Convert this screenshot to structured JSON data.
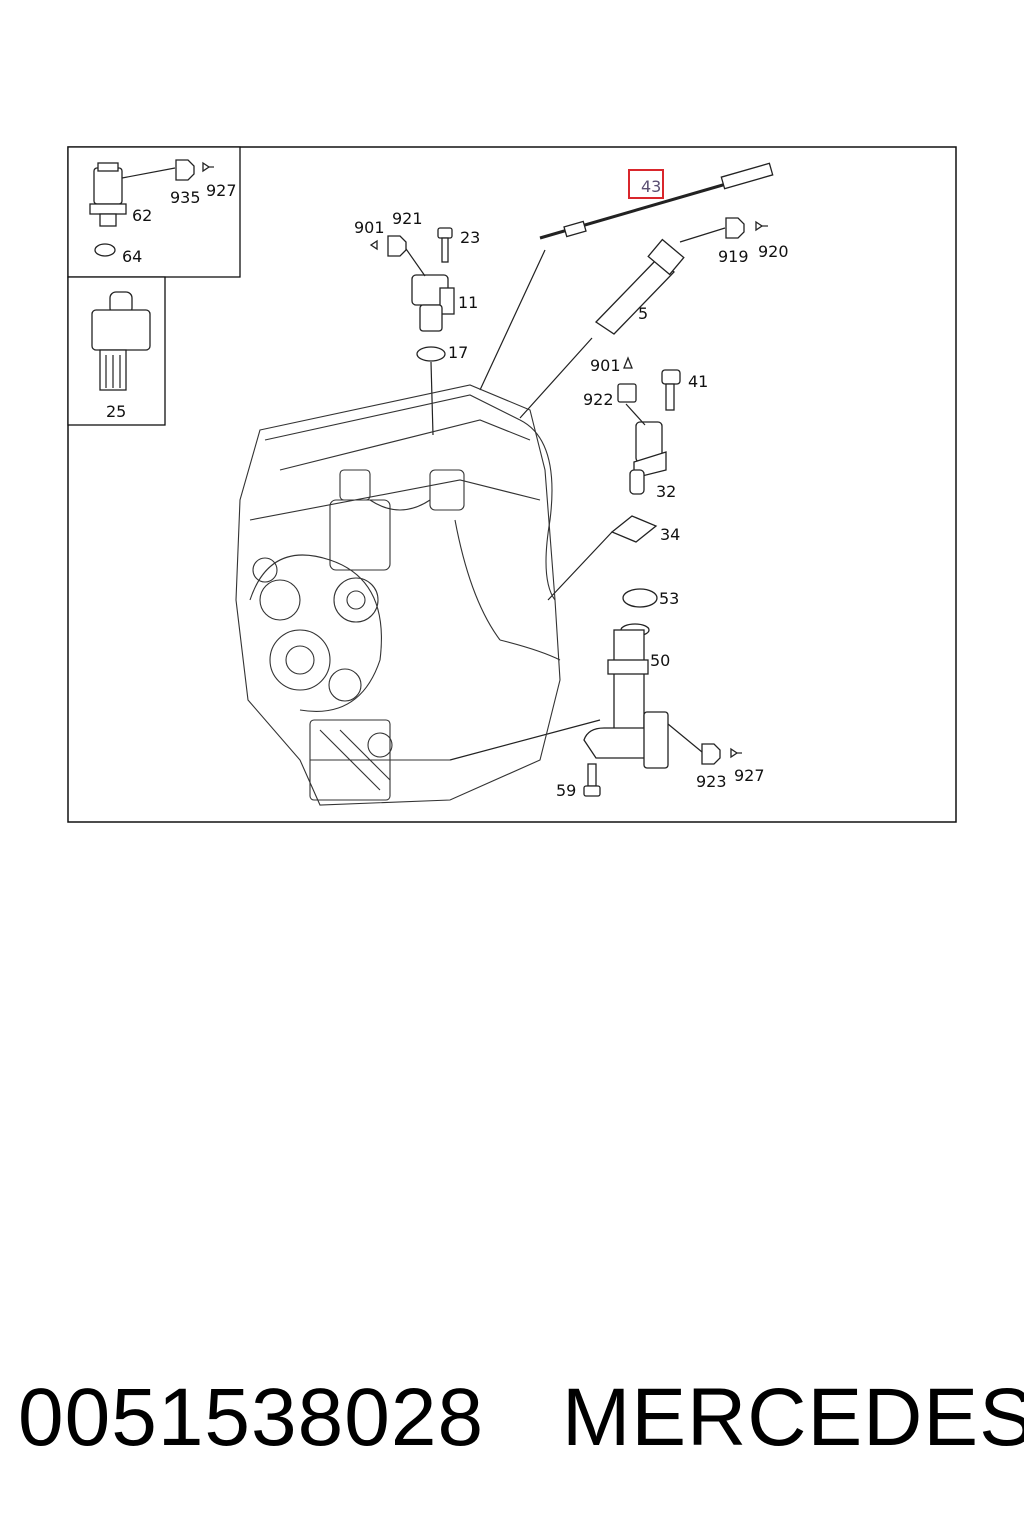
{
  "diagram": {
    "labels": {
      "l62": "62",
      "l935": "935",
      "l927a": "927",
      "l64": "64",
      "l25": "25",
      "l901a": "901",
      "l921": "921",
      "l23": "23",
      "l11": "11",
      "l17": "17",
      "l43": "43",
      "l919": "919",
      "l920": "920",
      "l5": "5",
      "l901b": "901",
      "l922": "922",
      "l41": "41",
      "l32": "32",
      "l34": "34",
      "l53": "53",
      "l50": "50",
      "l59": "59",
      "l923": "923",
      "l927b": "927"
    },
    "highlight_color": "#d9262c"
  },
  "caption": {
    "part_number": "0051538028",
    "brand": "MERCEDES"
  }
}
